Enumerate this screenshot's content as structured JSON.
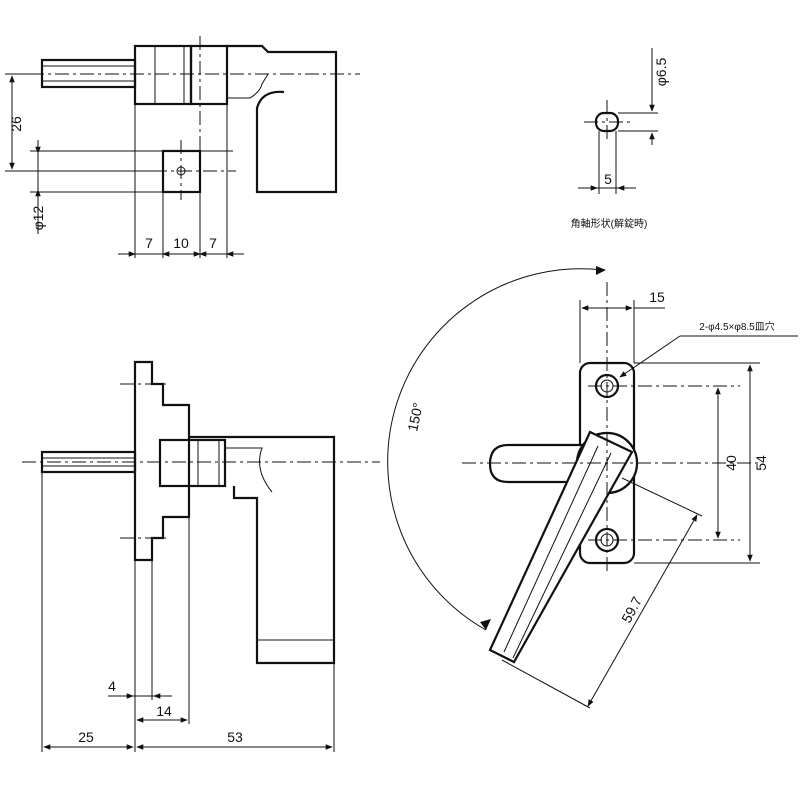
{
  "drawing": {
    "top_view": {
      "dims": {
        "height_26": "26",
        "dia_12": "φ12",
        "w7_left": "7",
        "w10": "10",
        "w7_right": "7"
      }
    },
    "shaft_detail": {
      "dims": {
        "dia_6_5": "φ6.5",
        "w5": "5"
      },
      "caption": "角軸形状(解錠時)"
    },
    "front_view": {
      "dims": {
        "d4": "4",
        "d14": "14",
        "d25": "25",
        "d53": "53"
      }
    },
    "side_view": {
      "dims": {
        "d15": "15",
        "holes": "2-φ4.5×φ8.5皿穴",
        "d40": "40",
        "d54": "54",
        "d59_7": "59.7",
        "angle_150": "150°"
      }
    }
  }
}
